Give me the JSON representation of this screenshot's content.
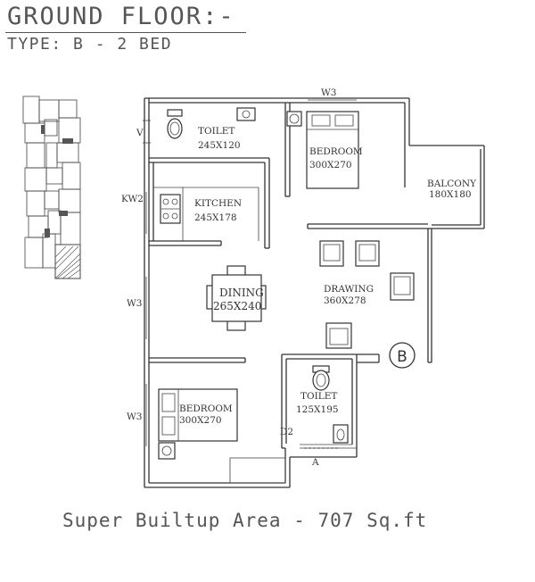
{
  "header": {
    "title": "GROUND FLOOR:-",
    "subtitle": "TYPE: B - 2 BED"
  },
  "rooms": {
    "toilet1": {
      "name": "TOILET",
      "size": "245X120"
    },
    "bedroom1": {
      "name": "BEDROOM",
      "size": "300X270"
    },
    "balcony": {
      "name": "BALCONY",
      "size": "180X180"
    },
    "kitchen": {
      "name": "KITCHEN",
      "size": "245X178"
    },
    "dining": {
      "name": "DINING",
      "size": "265X240"
    },
    "drawing": {
      "name": "DRAWING",
      "size": "360X278"
    },
    "toilet2": {
      "name": "TOILET",
      "size": "125X195"
    },
    "bedroom2": {
      "name": "BEDROOM",
      "size": "300X270"
    }
  },
  "openings": {
    "w3_top": "W3",
    "v": "V",
    "kw2": "KW2",
    "w3_left1": "W3",
    "w3_left2": "W3",
    "d2": "D2",
    "a": "A"
  },
  "unit_marker": "B",
  "footer": {
    "area_text": "Super Builtup Area - 707 Sq.ft"
  }
}
